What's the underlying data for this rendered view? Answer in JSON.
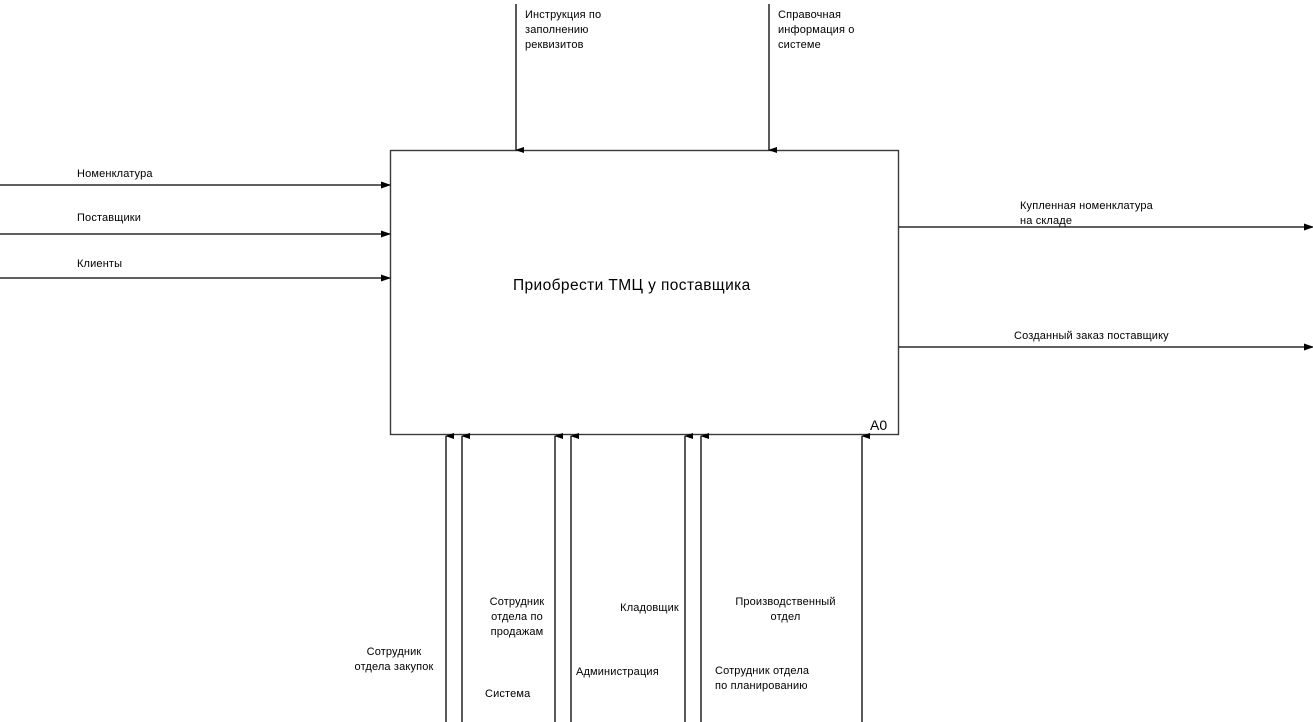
{
  "diagram": {
    "type": "IDEF0 context diagram",
    "activity": {
      "title": "Приобрести ТМЦ у поставщика",
      "node_tag": "A0"
    },
    "controls": [
      {
        "label": "Инструкция по\nзаполнению\nреквизитов"
      },
      {
        "label": "Справочная\nинформация о\nсистеме"
      }
    ],
    "inputs": [
      {
        "label": "Номенклатура"
      },
      {
        "label": "Поставщики"
      },
      {
        "label": "Клиенты"
      }
    ],
    "outputs": [
      {
        "label": "Купленная номенклатура\nна складе"
      },
      {
        "label": "Созданный заказ поставщику"
      }
    ],
    "mechanisms": [
      {
        "label": "Сотрудник\nотдела закупок"
      },
      {
        "label": "Сотрудник\nотдела по\nпродажам"
      },
      {
        "label": "Система"
      },
      {
        "label": "Кладовщик"
      },
      {
        "label": "Администрация"
      },
      {
        "label": "Производственный\nотдел"
      },
      {
        "label": "Сотрудник отдела\nпо планированию"
      }
    ],
    "colors": {
      "line": "#000000",
      "background": "#ffffff",
      "text": "#000000"
    }
  }
}
